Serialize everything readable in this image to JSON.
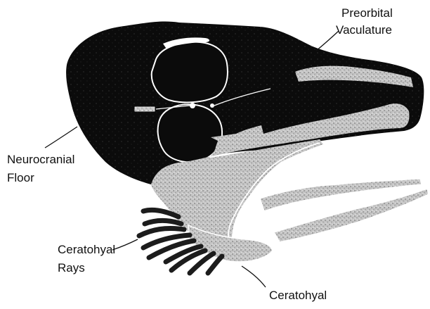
{
  "labels": {
    "preorbital_line1": "Preorbital",
    "preorbital_line2": "Vaculature",
    "neurocranial_line1": "Neurocranial",
    "neurocranial_line2": "Floor",
    "ceratohyal_rays_line1": "Ceratohyal",
    "ceratohyal_rays_line2": "Rays",
    "ceratohyal": "Ceratohyal"
  },
  "colors": {
    "skull": "#0b0b0b",
    "stippled_bone": "#c4c4c4",
    "stipple_dots": "#6e6e6e",
    "rays": "#1c1c1c",
    "outline": "#ffffff"
  }
}
